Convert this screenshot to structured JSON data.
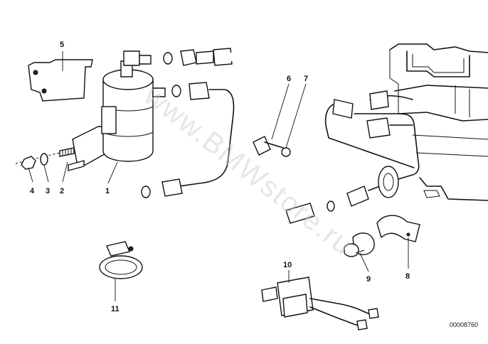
{
  "diagram": {
    "callouts": [
      {
        "id": "c1",
        "label": "1"
      },
      {
        "id": "c2",
        "label": "2"
      },
      {
        "id": "c3",
        "label": "3"
      },
      {
        "id": "c4",
        "label": "4"
      },
      {
        "id": "c5",
        "label": "5"
      },
      {
        "id": "c6",
        "label": "6"
      },
      {
        "id": "c7",
        "label": "7"
      },
      {
        "id": "c8",
        "label": "8"
      },
      {
        "id": "c9",
        "label": "9"
      },
      {
        "id": "c10",
        "label": "10"
      },
      {
        "id": "c11",
        "label": "11"
      }
    ],
    "drawing_number": "00008760",
    "watermark": "www.BMWstore.ru"
  }
}
